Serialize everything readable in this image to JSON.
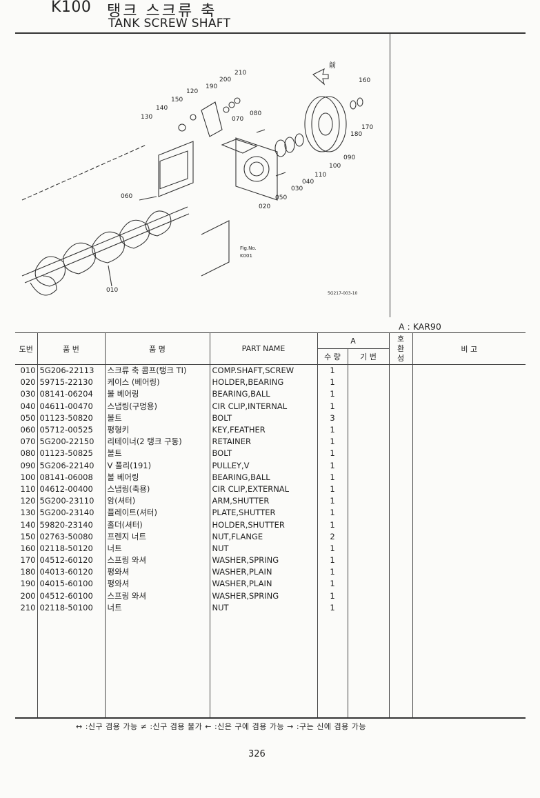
{
  "header": {
    "code": "K100",
    "title_ko": "탱크 스크류 축",
    "title_en": "TANK SCREW SHAFT"
  },
  "illustration": {
    "front_label": "前",
    "figno_label": "Fig.No.",
    "figno_value": "K001",
    "drawing_code": "5G217-003-10",
    "callouts": [
      "210",
      "200",
      "190",
      "120",
      "150",
      "140",
      "130",
      "080",
      "070",
      "160",
      "170",
      "180",
      "090",
      "100",
      "110",
      "040",
      "030",
      "050",
      "020",
      "060",
      "010"
    ]
  },
  "variant_label": "A : KAR90",
  "table": {
    "headers": {
      "fig": "도번",
      "part_no": "품    번",
      "name_ko": "품        명",
      "part_name": "PART  NAME",
      "group": "A",
      "qty": "수 량",
      "serial": "기 번",
      "compat": "호\n환\n성",
      "remarks": "비        고"
    },
    "rows": [
      {
        "fig": "010",
        "part": "5G206-22113",
        "ko": "스크류 축 콤프(탱크 TI)",
        "en": "COMP.SHAFT,SCREW",
        "qty": "1"
      },
      {
        "fig": "020",
        "part": "59715-22130",
        "ko": "케이스 (베어링)",
        "en": "HOLDER,BEARING",
        "qty": "1"
      },
      {
        "fig": "030",
        "part": "08141-06204",
        "ko": "볼 베어링",
        "en": "BEARING,BALL",
        "qty": "1"
      },
      {
        "fig": "040",
        "part": "04611-00470",
        "ko": "스냅링(구멍용)",
        "en": "CIR CLIP,INTERNAL",
        "qty": "1"
      },
      {
        "fig": "050",
        "part": "01123-50820",
        "ko": "볼트",
        "en": "BOLT",
        "qty": "3"
      },
      {
        "fig": "060",
        "part": "05712-00525",
        "ko": "평형키",
        "en": "KEY,FEATHER",
        "qty": "1"
      },
      {
        "fig": "070",
        "part": "5G200-22150",
        "ko": "리테이너(2 탱크 구동)",
        "en": "RETAINER",
        "qty": "1"
      },
      {
        "fig": "080",
        "part": "01123-50825",
        "ko": "볼트",
        "en": "BOLT",
        "qty": "1"
      },
      {
        "fig": "090",
        "part": "5G206-22140",
        "ko": "V 풀리(191)",
        "en": "PULLEY,V",
        "qty": "1"
      },
      {
        "fig": "100",
        "part": "08141-06008",
        "ko": "볼 베어링",
        "en": "BEARING,BALL",
        "qty": "1"
      },
      {
        "fig": "110",
        "part": "04612-00400",
        "ko": "스냅링(축용)",
        "en": "CIR CLIP,EXTERNAL",
        "qty": "1"
      },
      {
        "fig": "120",
        "part": "5G200-23110",
        "ko": "암(셔터)",
        "en": "ARM,SHUTTER",
        "qty": "1"
      },
      {
        "fig": "130",
        "part": "5G200-23140",
        "ko": "플레이트(셔터)",
        "en": "PLATE,SHUTTER",
        "qty": "1"
      },
      {
        "fig": "140",
        "part": "59820-23140",
        "ko": "홀더(셔터)",
        "en": "HOLDER,SHUTTER",
        "qty": "1"
      },
      {
        "fig": "150",
        "part": "02763-50080",
        "ko": "프렌지 너트",
        "en": "NUT,FLANGE",
        "qty": "2"
      },
      {
        "fig": "160",
        "part": "02118-50120",
        "ko": "너트",
        "en": "NUT",
        "qty": "1"
      },
      {
        "fig": "170",
        "part": "04512-60120",
        "ko": "스프링 와셔",
        "en": "WASHER,SPRING",
        "qty": "1"
      },
      {
        "fig": "180",
        "part": "04013-60120",
        "ko": "평와셔",
        "en": "WASHER,PLAIN",
        "qty": "1"
      },
      {
        "fig": "190",
        "part": "04015-60100",
        "ko": "평와셔",
        "en": "WASHER,PLAIN",
        "qty": "1"
      },
      {
        "fig": "200",
        "part": "04512-60100",
        "ko": "스프링 와셔",
        "en": "WASHER,SPRING",
        "qty": "1"
      },
      {
        "fig": "210",
        "part": "02118-50100",
        "ko": "너트",
        "en": "NUT",
        "qty": "1"
      }
    ]
  },
  "legend": "↔ :신구 겸용 가능    ≠ :신구 겸용 불가    ← :신은 구에 겸용 가능    → :구는 신에 겸용 가능",
  "page_number": "326"
}
